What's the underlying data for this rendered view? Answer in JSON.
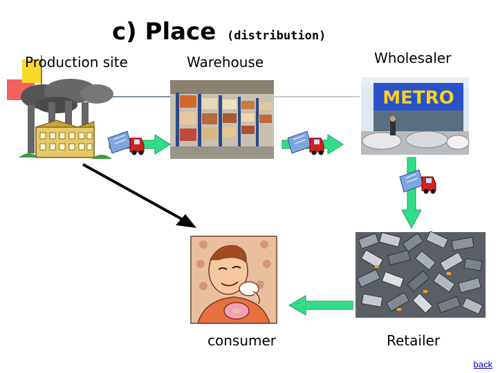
{
  "title": {
    "main": "c) Place",
    "sub": "(distribution)"
  },
  "nodes": {
    "production_site": "Production site",
    "warehouse": "Warehouse",
    "wholesaler": "Wholesaler",
    "consumer": "consumer",
    "retailer": "Retailer"
  },
  "photo": {
    "store_sign": "METRO"
  },
  "nav": {
    "back": "back"
  },
  "colors": {
    "arrow_fill": "#33dd88",
    "arrow_stroke": "#1a9a5a",
    "truck_blue": "#7fa6e0",
    "truck_red": "#d62020",
    "accent_yellow": "#f8d828",
    "accent_red": "#f04040"
  }
}
